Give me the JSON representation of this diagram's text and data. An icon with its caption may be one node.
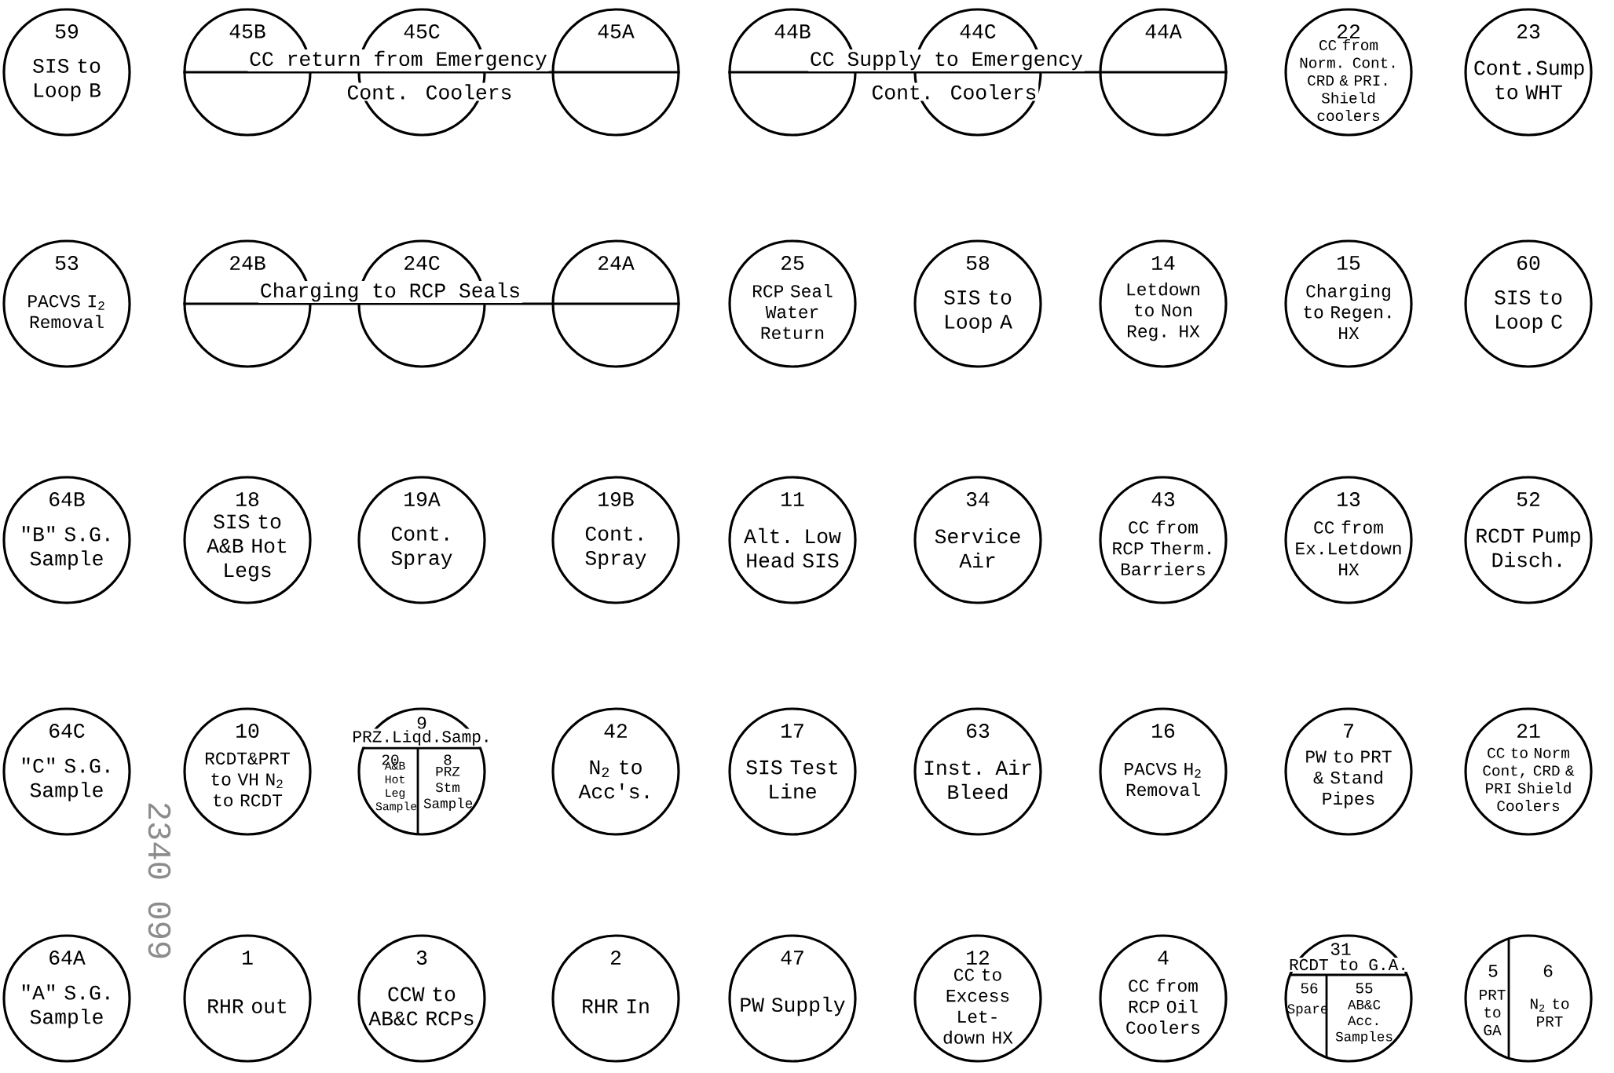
{
  "diagram": {
    "nodes": [
      {
        "text": [
          "59",
          "SIS to Loop B"
        ]
      },
      {
        "text": [
          "45B"
        ]
      },
      {
        "text": [
          "45C"
        ]
      },
      {
        "text": [
          "45A"
        ]
      },
      {
        "text": [
          "44B"
        ]
      },
      {
        "text": [
          "44C"
        ]
      },
      {
        "text": [
          "44A"
        ]
      },
      {
        "text": [
          "22",
          "CC from Norm. Cont. CRD & PRI. Shield coolers"
        ]
      },
      {
        "text": [
          "23",
          "Cont.Sump to WHT"
        ]
      },
      {
        "text": [
          "53",
          "PACVS I$_{2}$ Removal"
        ]
      },
      {
        "text": [
          "24B"
        ]
      },
      {
        "text": [
          "24C"
        ]
      },
      {
        "text": [
          "24A"
        ]
      },
      {
        "text": [
          "25",
          "RCP Seal Water Return"
        ]
      },
      {
        "text": [
          "58",
          "SIS to Loop A"
        ]
      },
      {
        "text": [
          "14",
          "Letdown to Non Reg. HX"
        ]
      },
      {
        "text": [
          "15",
          "Charging to Regen. HX"
        ]
      },
      {
        "text": [
          "60",
          "SIS to Loop C"
        ]
      },
      {
        "text": [
          "64B",
          "\"B\" S.G. Sample"
        ]
      },
      {
        "text": [
          "18",
          "SIS to A&B Hot Legs"
        ]
      },
      {
        "text": [
          "19A",
          "Cont. Spray"
        ]
      },
      {
        "text": [
          "19B",
          "Cont. Spray"
        ]
      },
      {
        "text": [
          "11",
          "Alt. Low Head SIS"
        ]
      },
      {
        "text": [
          "34",
          "Service Air"
        ]
      },
      {
        "text": [
          "43",
          "CC from RCP Therm. Barriers"
        ]
      },
      {
        "text": [
          "13",
          "CC from Ex.Letdown HX"
        ]
      },
      {
        "text": [
          "52",
          "RCDT Pump Disch."
        ]
      },
      {
        "text": [
          "64C",
          "\"C\" S.G. Sample"
        ]
      },
      {
        "text": [
          "10",
          "RCDT&PRT to VH N$_{2}$ to RCDT"
        ]
      },
      {
        "text": [
          "9",
          "PRZ.Liqd.Samp.",
          "20",
          "A&B Hot Leg Sample",
          "8",
          "PRZ Stm Sample"
        ]
      },
      {
        "text": [
          "42",
          "N$_{2}$ to Acc's."
        ]
      },
      {
        "text": [
          "17",
          "SIS Test Line"
        ]
      },
      {
        "text": [
          "63",
          "Inst. Air Bleed"
        ]
      },
      {
        "text": [
          "16",
          "PACVS H$_{2}$ Removal"
        ]
      },
      {
        "text": [
          "7",
          "PW to PRT & Stand Pipes"
        ]
      },
      {
        "text": [
          "21",
          "CC to Norm Cont, CRD & PRI Shield Coolers"
        ]
      },
      {
        "text": [
          "64A",
          "\"A\" S.G. Sample"
        ]
      },
      {
        "text": [
          "1",
          "RHR out"
        ]
      },
      {
        "text": [
          "3",
          "CCW to AB&C RCPs"
        ]
      },
      {
        "text": [
          "2",
          "RHR In"
        ]
      },
      {
        "text": [
          "47",
          "PW Supply"
        ]
      },
      {
        "text": [
          "12",
          "CC to Excess Let-down HX"
        ]
      },
      {
        "text": [
          "4",
          "CC from RCP Oil Coolers"
        ]
      },
      {
        "text": [
          "31",
          "RCDT to G.A.",
          "56",
          "Spare",
          "55",
          "AB&C Acc. Samples"
        ]
      },
      {
        "text": [
          "5",
          "PRT to GA",
          "6",
          "N$_{2}$ to PRT"
        ]
      }
    ],
    "edges": [
      {
        "from": 1,
        "to": 2,
        "arrow": "none"
      },
      {
        "from": 2,
        "to": 3,
        "arrow": "none"
      },
      {
        "from": 4,
        "to": 5,
        "arrow": "none"
      },
      {
        "from": 5,
        "to": 6,
        "arrow": "none"
      },
      {
        "from": 10,
        "to": 11,
        "arrow": "none"
      },
      {
        "from": 11,
        "to": 12,
        "arrow": "none"
      }
    ],
    "labels": [
      "CC return from Emergency",
      "Cont. Coolers",
      "CC Supply to Emergency",
      "Cont. Coolers",
      "Charging to RCP Seals",
      "2340 099"
    ]
  }
}
